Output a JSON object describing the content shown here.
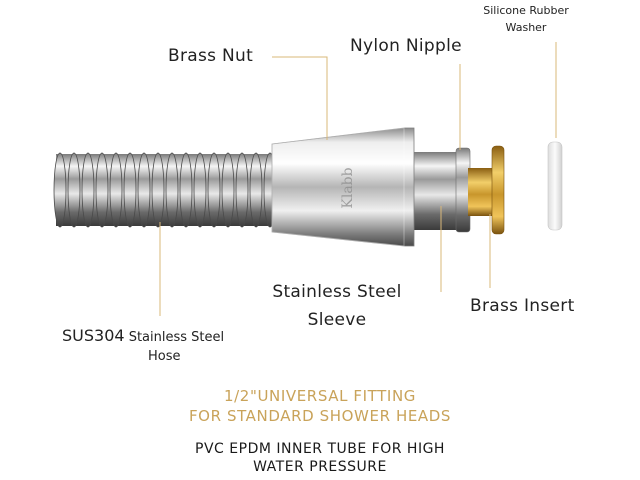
{
  "labels": {
    "brass_nut": "Brass Nut",
    "nylon_nipple": "Nylon Nipple",
    "silicone_washer_line1": "Silicone Rubber",
    "silicone_washer_line2": "Washer",
    "stainless_sleeve_line1": "Stainless Steel",
    "stainless_sleeve_line2": "Sleeve",
    "brass_insert": "Brass Insert",
    "hose_line1_code": "SUS304",
    "hose_line1_rest": " Stainless Steel",
    "hose_line2": "Hose"
  },
  "brand": "Klabb",
  "captions": {
    "fitting_line1": "1/2\"UNIVERSAL FITTING",
    "fitting_line2": "FOR STANDARD SHOWER HEADS",
    "tube_line1": "PVC EPDM INNER TUBE FOR HIGH",
    "tube_line2": "WATER PRESSURE"
  },
  "colors": {
    "leader": "#d9b87a",
    "gold_text": "#c9a35a",
    "brass": "#c8962c",
    "chrome_dark": "#5a5a5a",
    "chrome_light": "#f4f4f4"
  }
}
